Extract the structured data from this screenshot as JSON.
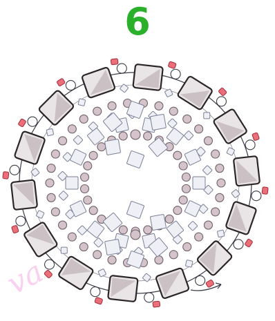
{
  "step": {
    "number": "6"
  },
  "watermark": {
    "text": "va"
  },
  "colors": {
    "step_number": "#2bb02b",
    "large_crystal_fill": "#e9e5e6",
    "large_crystal_shade": "#bdb2b6",
    "large_crystal_edge": "#2b2527",
    "seed_bead_fill": "#d4c3cb",
    "seed_bead_edge": "#6e5f66",
    "bicone_fill": "#eef0f6",
    "bicone_edge": "#7a7f95",
    "red_bead_fill": "#ea6f7b",
    "red_bead_edge": "#9e2a36",
    "thread": "#3b3b46",
    "watermark": "#f07ad6"
  },
  "beadwork": {
    "shape": "oval ring with inner rows and two inner flowers",
    "outer_ring": {
      "large_crystals": 14,
      "red_accent_beads": 14,
      "connector_loops": 14
    },
    "ring_rows": {
      "bicone_rows": 2,
      "seed_bead_rows": 2
    },
    "inner_flowers": {
      "count": 2,
      "petals_per_flower": 6
    },
    "thread_exit_arrow": "bottom-right"
  }
}
